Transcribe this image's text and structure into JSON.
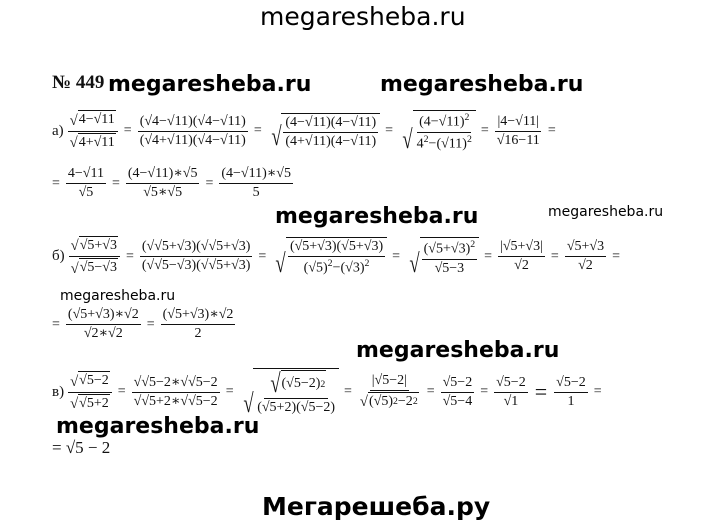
{
  "watermarks": {
    "top": "megaresheba.ru",
    "bottom": "Мегарешеба.ру",
    "repeat": "megaresheba.ru"
  },
  "problem_number": "№ 449",
  "part_a": {
    "label": "а)",
    "s1_num": "4−√11",
    "s1_den": "4+√11",
    "s2_num": "(√4−√11)(√4−√11)",
    "s2_den": "(√4+√11)(√4−√11)",
    "s3_num": "(4−√11)(4−√11)",
    "s3_den": "(4+√11)(4−√11)",
    "s4_num": "(4−√11)",
    "s4_den_base": "4",
    "s4_den_rest": "−(√11)",
    "s5_num": "|4−√11|",
    "s5_den": "√16−11",
    "s6_num": "4−√11",
    "s6_den": "√5",
    "s7_num": "(4−√11)∗√5",
    "s7_den": "√5∗√5",
    "s8_num": "(4−√11)∗√5",
    "s8_den": "5"
  },
  "part_b": {
    "label": "б)",
    "s1_num": "√5+√3",
    "s1_den": "√5−√3",
    "s2_num": "(√√5+√3)(√√5+√3)",
    "s2_den": "(√√5−√3)(√√5+√3)",
    "s3_num": "(√5+√3)(√5+√3)",
    "s3_den_a": "(√5)",
    "s3_den_b": "−(√3)",
    "s4_num": "(√5+√3)",
    "s4_den": "√5−3",
    "s5_num": "|√5+√3|",
    "s5_den": "√2",
    "s6_num": "√5+√3",
    "s6_den": "√2",
    "s7_num": "(√5+√3)∗√2",
    "s7_den": "√2∗√2",
    "s8_num": "(√5+√3)∗√2",
    "s8_den": "2"
  },
  "part_c": {
    "label": "в)",
    "s1_num": "√5−2",
    "s1_den": "√5+2",
    "s2_num": "√√5−2∗√√5−2",
    "s2_den": "√√5+2∗√√5−2",
    "s3_num": "(√5−2)",
    "s3_den": "(√5+2)(√5−2)",
    "s4_num": "|√5−2|",
    "s4_den_a": "(√5)",
    "s4_den_b": "−2",
    "s5_num": "√5−2",
    "s5_den": "√5−4",
    "s6_num": "√5−2",
    "s6_den": "√1",
    "s7_num": "√5−2",
    "s7_den": "1",
    "final": "= √5 − 2"
  }
}
